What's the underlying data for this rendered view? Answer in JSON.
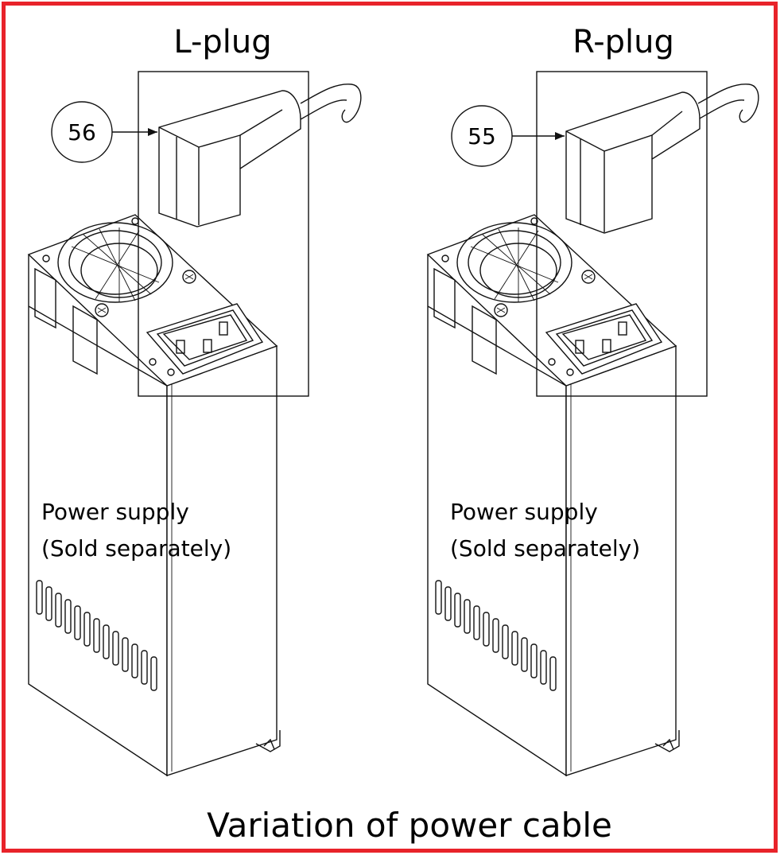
{
  "diagram": {
    "left": {
      "title": "L-plug",
      "callout": "56",
      "psu_line1": "Power supply",
      "psu_line2": "(Sold separately)"
    },
    "right": {
      "title": "R-plug",
      "callout": "55",
      "psu_line1": "Power supply",
      "psu_line2": "(Sold separately)"
    },
    "caption": "Variation of power cable",
    "colors": {
      "frame": "#e8232a",
      "line": "#111111"
    }
  }
}
